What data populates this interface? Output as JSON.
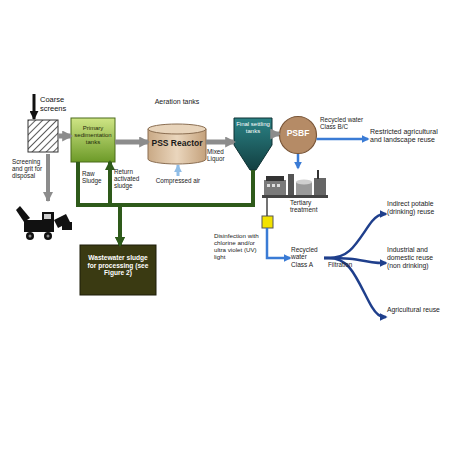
{
  "diagram": {
    "nodes": [
      {
        "text": [
          "Coarse screens"
        ]
      },
      {
        "text": [
          "Primary sedimentation tanks"
        ]
      },
      {
        "text": [
          "Aeration tanks",
          "PSS Reactor"
        ]
      },
      {
        "text": [
          "Final settling tanks"
        ]
      },
      {
        "text": [
          "PSBF"
        ]
      },
      {
        "text": [
          "Restricted agricultural and landscape reuse"
        ]
      },
      {
        "text": [
          "Tertiary treatment"
        ]
      },
      {
        "text": [
          "Disinfection with chlorine and/or ultra violet (UV) light"
        ]
      },
      {
        "text": [
          "Recycled water Class A"
        ]
      },
      {
        "text": [
          "Indirect potable (drinking) reuse"
        ]
      },
      {
        "text": [
          "Industrial and domestic reuse (non drinking)"
        ]
      },
      {
        "text": [
          "Agricultural reuse"
        ]
      },
      {
        "text": [
          "Wastewater sludge for processing (see Figure 2)"
        ]
      }
    ],
    "edges": [
      {
        "from": 0,
        "to": 1,
        "arrow": "to"
      },
      {
        "from": 1,
        "to": 2,
        "arrow": "to"
      },
      {
        "from": 2,
        "to": 3,
        "label": "Mixed Liquor",
        "arrow": "to"
      },
      {
        "from": 3,
        "to": 4,
        "arrow": "to"
      },
      {
        "from": 4,
        "to": 5,
        "label": "Recycled water Class B/C",
        "arrow": "to"
      },
      {
        "from": 4,
        "to": 6,
        "arrow": "to"
      },
      {
        "from": 6,
        "to": 7,
        "arrow": "none"
      },
      {
        "from": 7,
        "to": 8,
        "arrow": "to"
      },
      {
        "from": 8,
        "to": 9,
        "arrow": "to"
      },
      {
        "from": 8,
        "to": 10,
        "label": "Filtration",
        "arrow": "to"
      },
      {
        "from": 8,
        "to": 11,
        "arrow": "to"
      },
      {
        "from": 1,
        "to": 12,
        "label": "Raw Sludge",
        "arrow": "to"
      },
      {
        "from": 3,
        "to": 1,
        "label": "Return activated sludge",
        "arrow": "to"
      },
      {
        "from": 3,
        "to": 12,
        "arrow": "to"
      }
    ],
    "labels": [
      "Screening and grit for disposal",
      "Compressed air"
    ]
  }
}
